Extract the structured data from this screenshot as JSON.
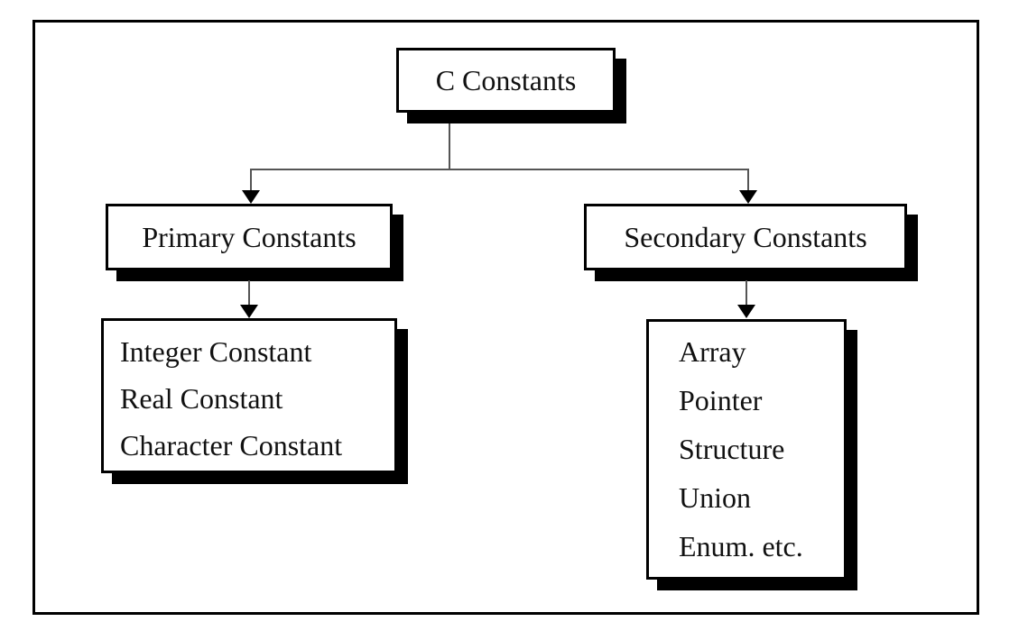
{
  "diagram": {
    "title": "C Constants classification tree",
    "root": {
      "label": "C Constants"
    },
    "branches": [
      {
        "label": "Primary Constants"
      },
      {
        "label": "Secondary Constants"
      }
    ],
    "primary_items": [
      "Integer Constant",
      "Real Constant",
      "Character Constant"
    ],
    "secondary_items": [
      "Array",
      "Pointer",
      "Structure",
      "Union",
      "Enum. etc."
    ],
    "colors": {
      "background": "#ffffff",
      "box_border": "#000000",
      "box_shadow": "#000000",
      "connector_line": "#555555",
      "arrowhead": "#000000",
      "text": "#111111"
    }
  }
}
